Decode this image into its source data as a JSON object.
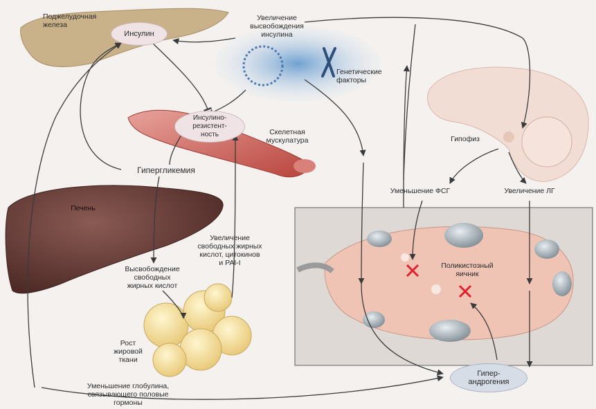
{
  "organs": {
    "pancreas": "Поджелудочная\nжелеза",
    "insulin": "Инсулин",
    "insulin_release": "Увеличение\nвысвобождения\nинсулина",
    "genetic": "Генетические\nфакторы",
    "resistance": "Инсулино-\nрезистент-\nность",
    "muscle": "Скелетная\nмускулатура",
    "hyperglycemia": "Гипергликемия",
    "liver": "Печень",
    "ffa_release": "Высвобождение\nсвободных\nжирных кислот",
    "ffa_increase": "Увеличение\nсвободных жирных\nкислот, цитокинов\nи PAI-I",
    "fat_growth": "Рост\nжировой\nткани",
    "globulin": "Уменьшение глобулина,\nсвязывающего половые\nгормоны",
    "pituitary": "Гипофиз",
    "fsh": "Уменьшение ФСГ",
    "lh": "Увеличение ЛГ",
    "ovary": "Поликистозный\nяичник",
    "hyperandrogenism": "Гипер-\nандрогения"
  },
  "colors": {
    "arrow": "#3a3a3a",
    "bubble": "#efe3e6",
    "ovary": "#f0c4b4",
    "cross": "#e0202a"
  }
}
